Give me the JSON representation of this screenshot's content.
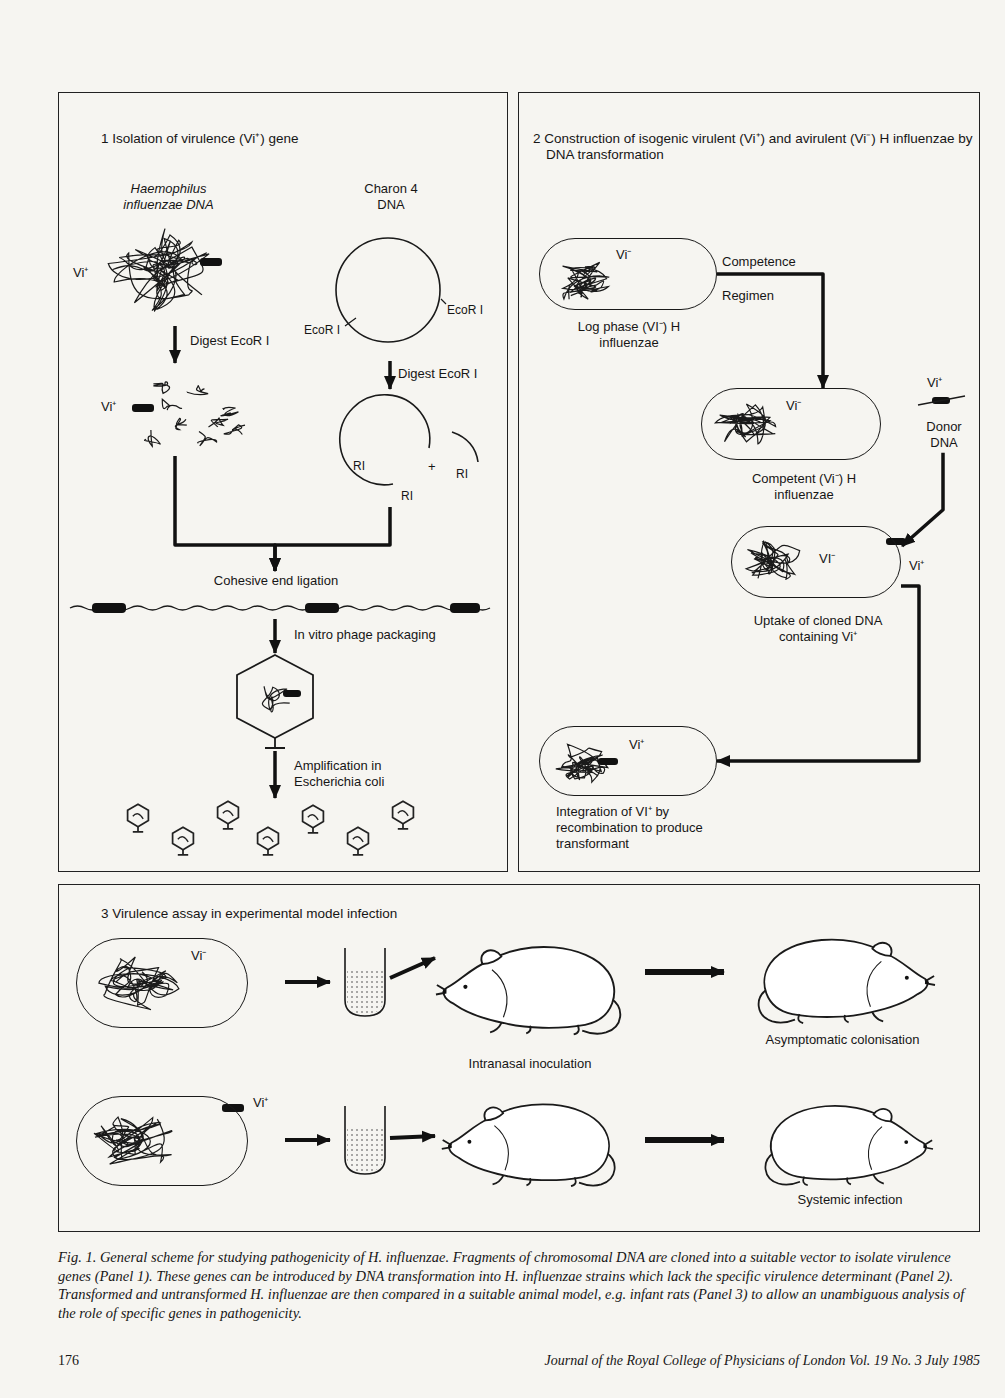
{
  "diagram": {
    "caption": "Fig. 1. General scheme for studying pathogenicity of H. influenzae. Fragments of chromosomal DNA are cloned into a suitable vector to isolate virulence genes (Panel 1). These genes can be introduced by DNA transformation into H. influenzae strains which lack the specific virulence determinant (Panel 2). Transformed and untransformed H. influenzae are then compared in a suitable animal model, e.g. infant rats (Panel 3) to allow an unambiguous analysis of the role of specific genes in pathogenicity.",
    "nodes": [
      {
        "text": [
          "1 Isolation of virulence (Vi⁺) gene"
        ]
      },
      {
        "text": [
          "2 Construction of isogenic virulent (Vi⁺) and avirulent (Vi⁻) H influenzae by DNA transformation"
        ]
      },
      {
        "text": [
          "3 Virulence assay in experimental model infection"
        ]
      },
      {
        "text": [
          "Haemophilus influenzae DNA",
          "Vi⁺"
        ],
        "in": 0
      },
      {
        "text": [
          "Charon 4 DNA",
          "EcoR I",
          "EcoR I"
        ],
        "in": 0
      },
      {
        "text": [
          "Vi⁺"
        ],
        "in": 0
      },
      {
        "text": [
          "RI",
          "RI",
          "RI"
        ],
        "in": 0
      },
      {
        "text": [
          "Cohesive end ligation"
        ],
        "in": 0
      },
      {
        "text": [
          "In vitro phage packaging"
        ],
        "in": 0
      },
      {
        "text": [
          "Amplification in Escherichia coli"
        ],
        "in": 0
      },
      {
        "text": [
          "Vi⁻",
          "Log phase (VI⁻) H influenzae"
        ],
        "in": 1
      },
      {
        "text": [
          "Vi⁻",
          "Competent (Vi⁻) H influenzae"
        ],
        "in": 1
      },
      {
        "text": [
          "Vi⁺",
          "Donor DNA"
        ],
        "in": 1
      },
      {
        "text": [
          "VI⁻",
          "Vi⁺",
          "Uptake of cloned DNA containing Vi⁺"
        ],
        "in": 1
      },
      {
        "text": [
          "Vi⁺",
          "Integration of VI⁺ by recombination to produce transformant"
        ],
        "in": 1
      },
      {
        "text": [
          "Vi⁻"
        ],
        "in": 2
      },
      {
        "text": [
          "Vi⁺"
        ],
        "in": 2
      }
    ],
    "edges": [
      {
        "from": 3,
        "to": 5,
        "arrow": "to",
        "label": "Digest EcoR I"
      },
      {
        "from": 4,
        "to": 6,
        "arrow": "to",
        "label": "Digest EcoR I"
      },
      {
        "from": 5,
        "to": 7,
        "arrow": "to"
      },
      {
        "from": 6,
        "to": 7,
        "arrow": "to"
      },
      {
        "from": 7,
        "to": 8,
        "arrow": "to"
      },
      {
        "from": 8,
        "to": 9,
        "arrow": "to"
      },
      {
        "from": 10,
        "to": 11,
        "arrow": "to",
        "label": "Competence Regimen"
      },
      {
        "from": 12,
        "to": 13,
        "arrow": "to"
      },
      {
        "from": 13,
        "to": 14,
        "arrow": "to"
      }
    ],
    "labels": [
      "+",
      "Intranasal inoculation",
      "Asymptomatic colonisation",
      "Systemic infection",
      "176",
      "Journal of the Royal College of Physicians of London Vol. 19 No. 3 July 1985"
    ]
  }
}
